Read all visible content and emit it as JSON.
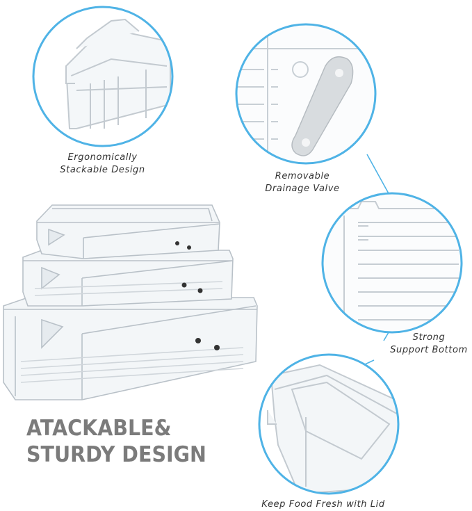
{
  "callouts": {
    "stackable": [
      "Ergonomically",
      "Stackable Design"
    ],
    "drainage": [
      "Removable",
      "Drainage Valve"
    ],
    "bottom": [
      "Strong",
      "Support Bottom"
    ],
    "lid": "Keep Food Fresh with Lid"
  },
  "headline": {
    "line1": "ATACKABLE&",
    "line2": "STURDY DESIGN"
  },
  "colors": {
    "ring": "#4fb3e6",
    "headline": "#7b7b7b",
    "plastic_edge": "#b9c1c8",
    "plastic_fill": "#f3f6f8"
  }
}
